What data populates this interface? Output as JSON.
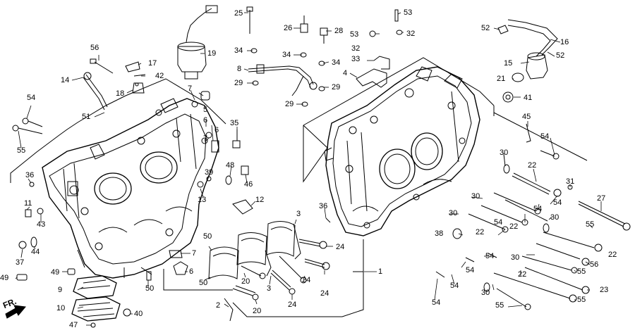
{
  "diagram": {
    "direction_label": "FR.",
    "line_color": "#000000",
    "background": "#ffffff"
  },
  "refs": [
    "25",
    "26",
    "28",
    "53",
    "53",
    "32",
    "52",
    "16",
    "15",
    "52",
    "21",
    "41",
    "19",
    "56",
    "17",
    "14",
    "42",
    "18",
    "51",
    "54",
    "55",
    "7",
    "5",
    "6",
    "34",
    "34",
    "34",
    "32",
    "33",
    "4",
    "8",
    "29",
    "29",
    "29",
    "35",
    "6",
    "7",
    "48",
    "46",
    "39",
    "13",
    "12",
    "45",
    "54",
    "30",
    "22",
    "54",
    "31",
    "27",
    "36",
    "11",
    "43",
    "37",
    "44",
    "49",
    "7",
    "6",
    "50",
    "50",
    "20",
    "3",
    "20",
    "3",
    "24",
    "24",
    "24",
    "24",
    "36",
    "1",
    "30",
    "54",
    "22",
    "30",
    "22",
    "54",
    "30",
    "38",
    "30",
    "55",
    "22",
    "56",
    "55",
    "30",
    "54",
    "54",
    "54",
    "22",
    "23",
    "30",
    "55",
    "55",
    "9",
    "10",
    "47",
    "40",
    "2",
    "20",
    "49"
  ]
}
